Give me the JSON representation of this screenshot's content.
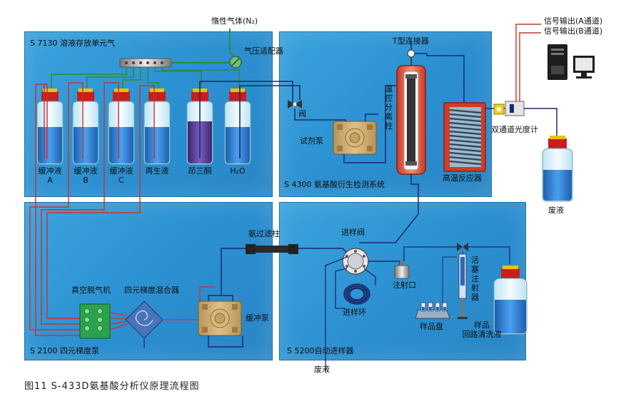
{
  "caption": "图11  S-433D氨基酸分析仪原理流程图",
  "inert_gas": "惰性气体(N₂)",
  "pressure_adapter": "气压适配器",
  "t_connector": "T型连接器",
  "signal_a": "信号输出(A通道)",
  "signal_b": "信号输出(B通道)",
  "panels": {
    "solution_storage": "S 7130 溶液存放单元气",
    "detection_system": "S 4300 氨基酸衍生检测系统",
    "gradient_pump": "S 2100 四元梯度泵",
    "autosampler": "S 5200自动进样器"
  },
  "bottles": [
    {
      "line1": "缓冲液",
      "line2": "A"
    },
    {
      "line1": "缓冲液",
      "line2": "B"
    },
    {
      "line1": "缓冲液",
      "line2": "C"
    },
    {
      "line1": "再生液",
      "line2": ""
    },
    {
      "line1": "茚三酮",
      "line2": ""
    },
    {
      "line1": "H₂O",
      "line2": ""
    }
  ],
  "valve": "阀",
  "reagent_pump": "试剂泵",
  "column": "温控分离柱",
  "reactor": "高温反应器",
  "photometer": "双通道光度计",
  "waste_right": "废液",
  "ammonia_filter": "氨过滤柱",
  "degasser": "真空脱气机",
  "mixer": "四元梯度混合器",
  "buffer_pump": "缓冲泵",
  "injection_valve": "进样阀",
  "injection_port": "注射口",
  "sample_loop": "进样环",
  "sample_tray": "样品盘",
  "syringe": "活塞注射器",
  "rinse_line1": "样品",
  "rinse_line2": "回路清洗液",
  "waste_bottom": "废液",
  "colors": {
    "panel": "#2b8fd0",
    "bottle_liquid": "#2f7fd0",
    "ninhydrin_liquid": "#5a3f9a",
    "cap": "#d42020",
    "line_red": "#c0392b",
    "line_navy": "#1b2a6b",
    "line_green": "#2e8b3a"
  }
}
